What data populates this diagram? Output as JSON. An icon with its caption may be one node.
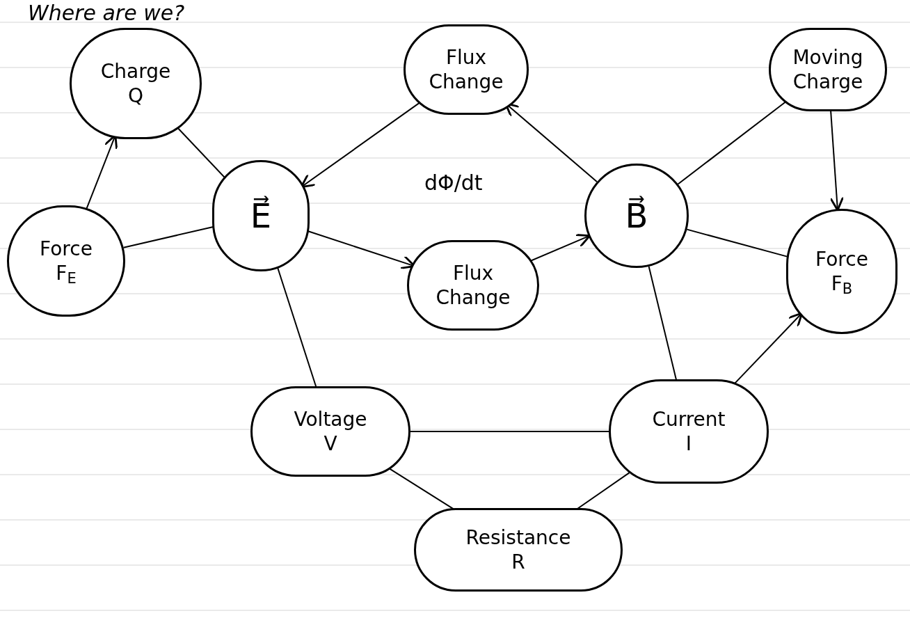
{
  "diagram": {
    "title": "Where are we?",
    "nodes": [
      {
        "text": [
          "Flux",
          "Change"
        ]
      },
      {
        "text": [
          "Moving",
          "Charge"
        ]
      },
      {
        "text": [
          "Charge",
          "Q"
        ]
      },
      {
        "text": [
          "E⃗"
        ]
      },
      {
        "text": [
          "B⃗"
        ]
      },
      {
        "text": [
          "Force",
          "F$_{E}$"
        ]
      },
      {
        "text": [
          "Flux",
          "Change"
        ]
      },
      {
        "text": [
          "Force",
          "F$_{B}$"
        ]
      },
      {
        "text": [
          "Voltage",
          "V"
        ]
      },
      {
        "text": [
          "Current",
          "I"
        ]
      },
      {
        "text": [
          "Resistance",
          "R"
        ]
      }
    ],
    "edges": [
      {
        "from": 5,
        "to": 2,
        "arrow": "to"
      },
      {
        "from": 2,
        "to": 3,
        "arrow": "none"
      },
      {
        "from": 5,
        "to": 3,
        "arrow": "none"
      },
      {
        "from": 0,
        "to": 3,
        "arrow": "to"
      },
      {
        "from": 4,
        "to": 0,
        "arrow": "to"
      },
      {
        "from": 3,
        "to": 6,
        "arrow": "to"
      },
      {
        "from": 6,
        "to": 4,
        "arrow": "to"
      },
      {
        "from": 4,
        "to": 1,
        "arrow": "none"
      },
      {
        "from": 1,
        "to": 7,
        "arrow": "to"
      },
      {
        "from": 4,
        "to": 7,
        "arrow": "none"
      },
      {
        "from": 3,
        "to": 8,
        "arrow": "none"
      },
      {
        "from": 4,
        "to": 9,
        "arrow": "none"
      },
      {
        "from": 9,
        "to": 7,
        "arrow": "to"
      },
      {
        "from": 8,
        "to": 9,
        "arrow": "none"
      },
      {
        "from": 8,
        "to": 10,
        "arrow": "none"
      },
      {
        "from": 9,
        "to": 10,
        "arrow": "none"
      }
    ],
    "labels": [
      "dΦ/dt"
    ]
  }
}
